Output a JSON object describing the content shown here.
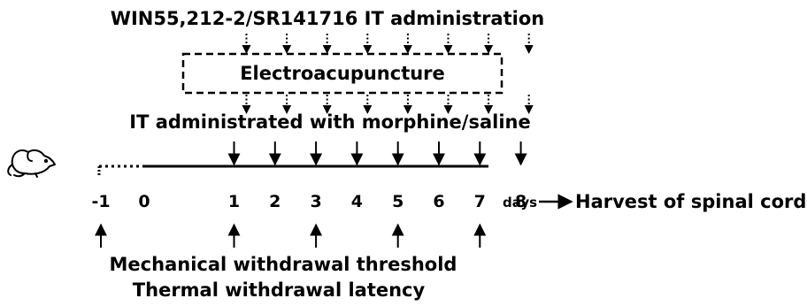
{
  "top_label": "WIN55,212-2/SR141716 IT administration",
  "box_label": "Electroacupuncture",
  "middle_label": "IT administrated with morphine/saline",
  "days": [
    {
      "id": "d-1",
      "label": "-1"
    },
    {
      "id": "d0",
      "label": "0"
    },
    {
      "id": "d1",
      "label": "1"
    },
    {
      "id": "d2",
      "label": "2"
    },
    {
      "id": "d3",
      "label": "3"
    },
    {
      "id": "d4",
      "label": "4"
    },
    {
      "id": "d5",
      "label": "5"
    },
    {
      "id": "d6",
      "label": "6"
    },
    {
      "id": "d7",
      "label": "7"
    },
    {
      "id": "d8",
      "label": "8"
    }
  ],
  "days_unit": "days",
  "harvest_label": "Harvest of spinal cord",
  "test_labels": [
    "Mechanical withdrawal threshold",
    "Thermal withdrawal latency"
  ],
  "administration_days": [
    1,
    2,
    3,
    4,
    5,
    6,
    7,
    8
  ],
  "test_days": [
    -1,
    1,
    3,
    5,
    7
  ],
  "icon": "mouse-icon"
}
